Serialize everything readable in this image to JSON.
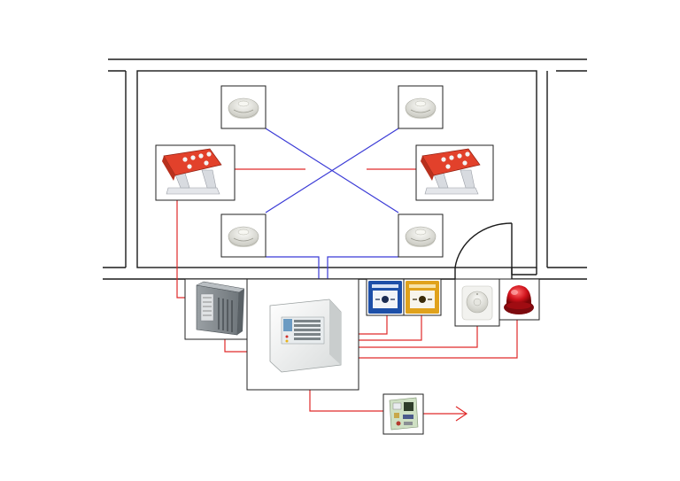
{
  "diagram": {
    "colors": {
      "wall": "#1a1a1a",
      "loop_wire": "#3a3ad6",
      "power_wire": "#e02a2a",
      "detector_body": "#e9e9e4",
      "beacon_red": "#d0121b",
      "call_point_blue": "#1d4fa8",
      "call_point_yellow": "#e0a21c",
      "panel_body": "#f1f3f2"
    },
    "devices": [
      {
        "id": "smoke-detector-top-left",
        "icon": "smoke-detector-icon"
      },
      {
        "id": "smoke-detector-top-right",
        "icon": "smoke-detector-icon"
      },
      {
        "id": "smoke-detector-bottom-left",
        "icon": "smoke-detector-icon"
      },
      {
        "id": "smoke-detector-bottom-right",
        "icon": "smoke-detector-icon"
      },
      {
        "id": "beam-detector-left",
        "icon": "beam-detector-icon"
      },
      {
        "id": "beam-detector-right",
        "icon": "beam-detector-icon"
      },
      {
        "id": "power-supply-unit",
        "icon": "power-supply-icon"
      },
      {
        "id": "fire-alarm-control-panel",
        "icon": "control-panel-icon"
      },
      {
        "id": "manual-call-point-blue",
        "icon": "call-point-icon"
      },
      {
        "id": "manual-call-point-yellow",
        "icon": "call-point-icon"
      },
      {
        "id": "wall-sounder",
        "icon": "sounder-icon"
      },
      {
        "id": "red-beacon",
        "icon": "beacon-icon"
      },
      {
        "id": "interface-module",
        "icon": "circuit-board-icon"
      }
    ]
  }
}
